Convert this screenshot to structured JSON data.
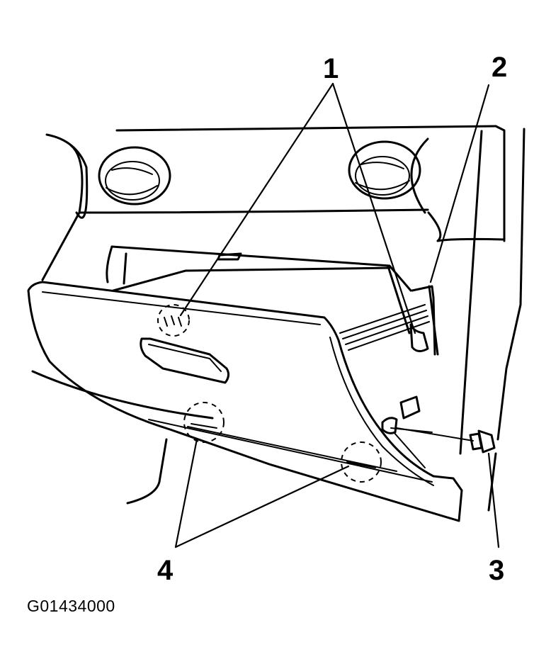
{
  "callouts": {
    "c1": "1",
    "c2": "2",
    "c3": "3",
    "c4": "4"
  },
  "figure_id": "G01434000",
  "colors": {
    "line": "#000000",
    "background": "#ffffff"
  }
}
